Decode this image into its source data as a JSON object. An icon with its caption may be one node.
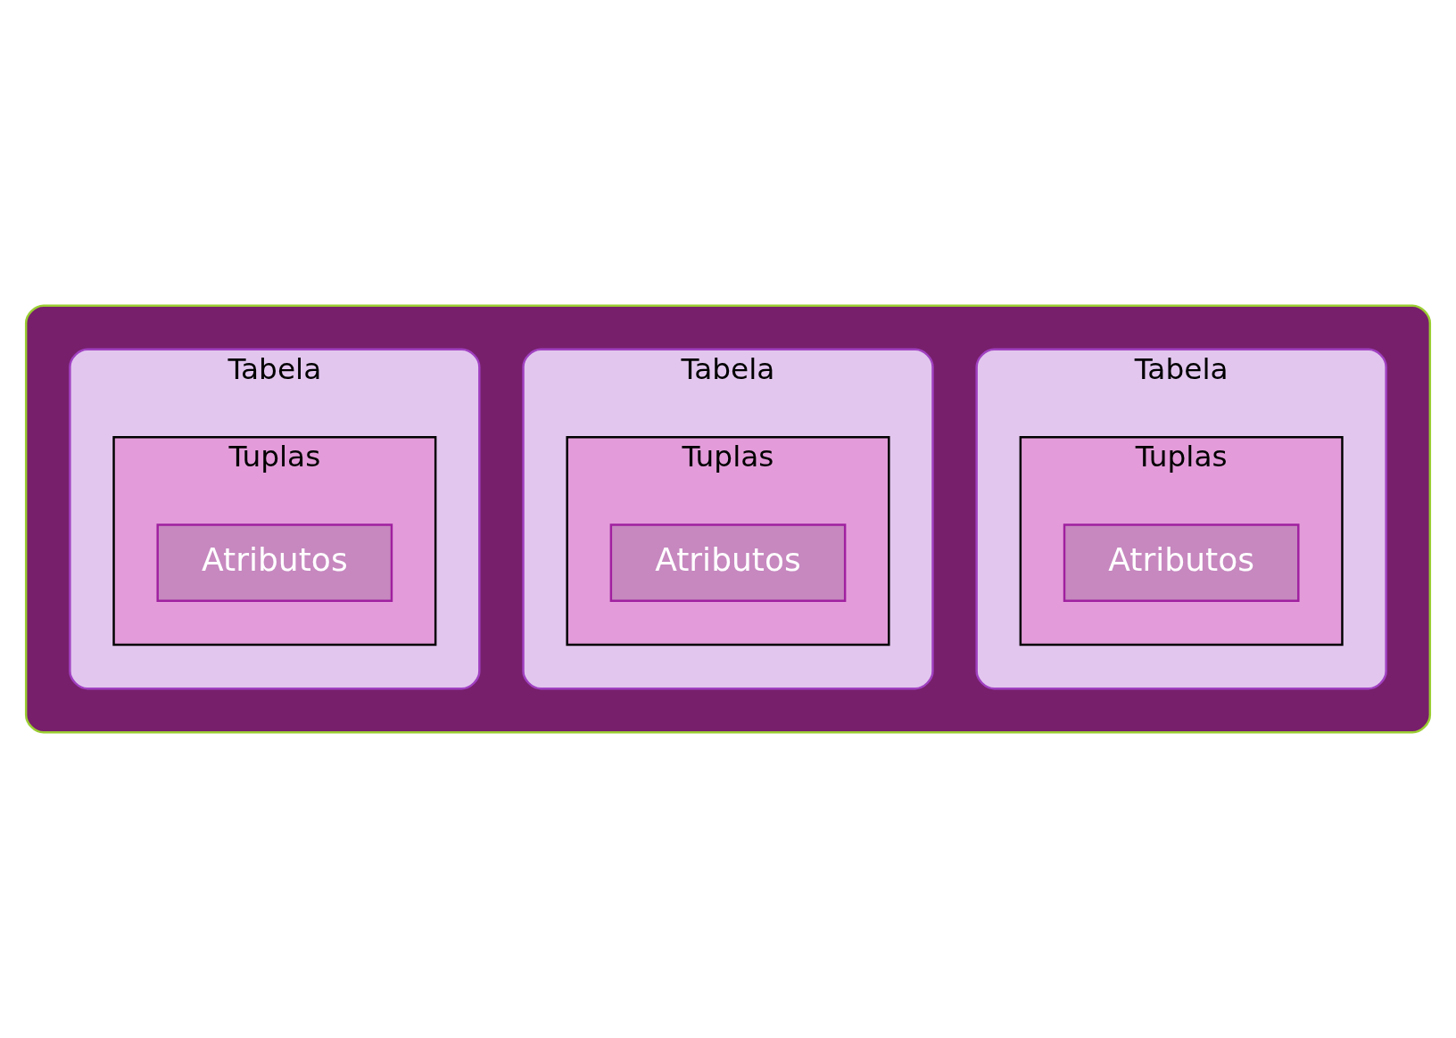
{
  "diagram": {
    "nodes": [
      {
        "text": [],
        "shape": "ellipse"
      },
      {
        "text": [
          "Tabela"
        ],
        "in": 0
      },
      {
        "text": [
          "Tuplas"
        ],
        "in": 1
      },
      {
        "text": [
          "Atributos"
        ],
        "in": 2
      },
      {
        "text": [
          "Tabela"
        ],
        "in": 0
      },
      {
        "text": [
          "Tuplas"
        ],
        "in": 4
      },
      {
        "text": [
          "Atributos"
        ],
        "in": 5
      },
      {
        "text": [
          "Tabela"
        ],
        "in": 0
      },
      {
        "text": [
          "Tuplas"
        ],
        "in": 7
      },
      {
        "text": [
          "Atributos"
        ],
        "in": 8
      }
    ],
    "edges": []
  }
}
